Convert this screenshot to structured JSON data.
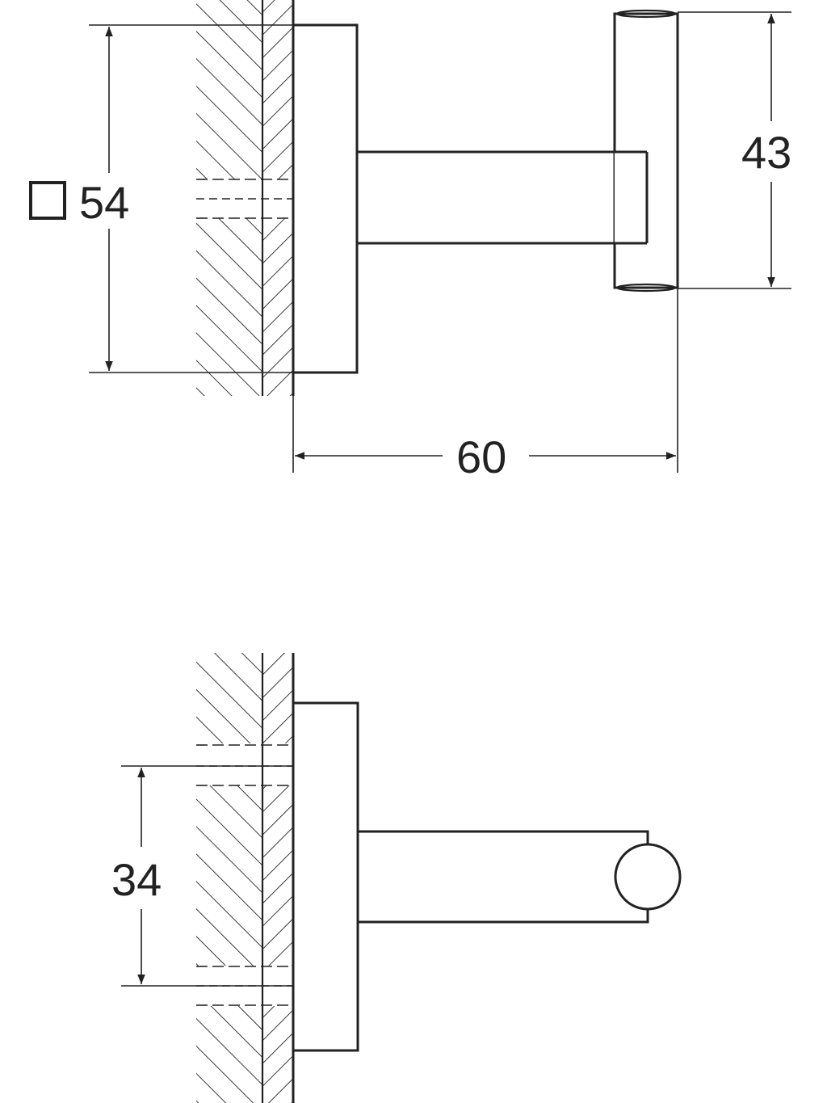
{
  "dimensions": {
    "plate_size": {
      "symbol": "square",
      "value": "54"
    },
    "hook_height": {
      "value": "43"
    },
    "projection": {
      "value": "60"
    },
    "hole_spacing": {
      "value": "34"
    }
  },
  "colors": {
    "line": "#222222",
    "background": "#ffffff"
  }
}
